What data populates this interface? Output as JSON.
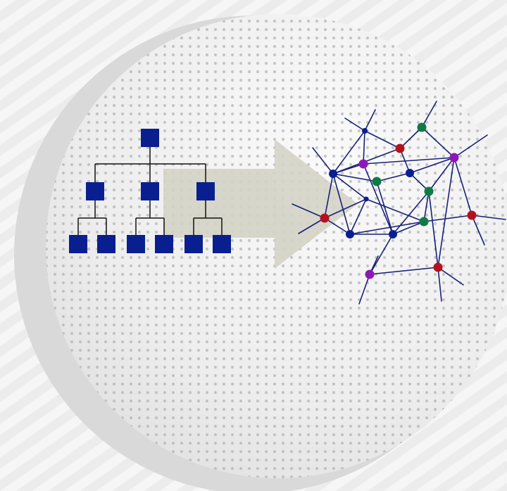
{
  "colors": {
    "background": "#ececec",
    "background_stripe": "#f6f6f6",
    "sphere_shadow": "#d9d9d9",
    "sphere_fill": "#f3f3f3",
    "sphere_dots": "#b5b5b5",
    "arrow": "#d4d3c5",
    "hierarchy_node": "#0a1f8f",
    "hierarchy_line": "#111111",
    "network_edge": "#17207a",
    "node_navy": "#0a1f8f",
    "node_red": "#b3121e",
    "node_green": "#0f7a45",
    "node_purple": "#8e17b8"
  },
  "diagram": {
    "left_structure": "hierarchy",
    "transition": "arrow",
    "right_structure": "network",
    "hierarchy_levels": [
      1,
      3,
      6
    ],
    "network_node_colors": [
      "navy",
      "navy",
      "navy",
      "navy",
      "navy",
      "navy",
      "red",
      "red",
      "red",
      "red",
      "green",
      "green",
      "green",
      "green",
      "purple",
      "purple",
      "purple"
    ]
  }
}
